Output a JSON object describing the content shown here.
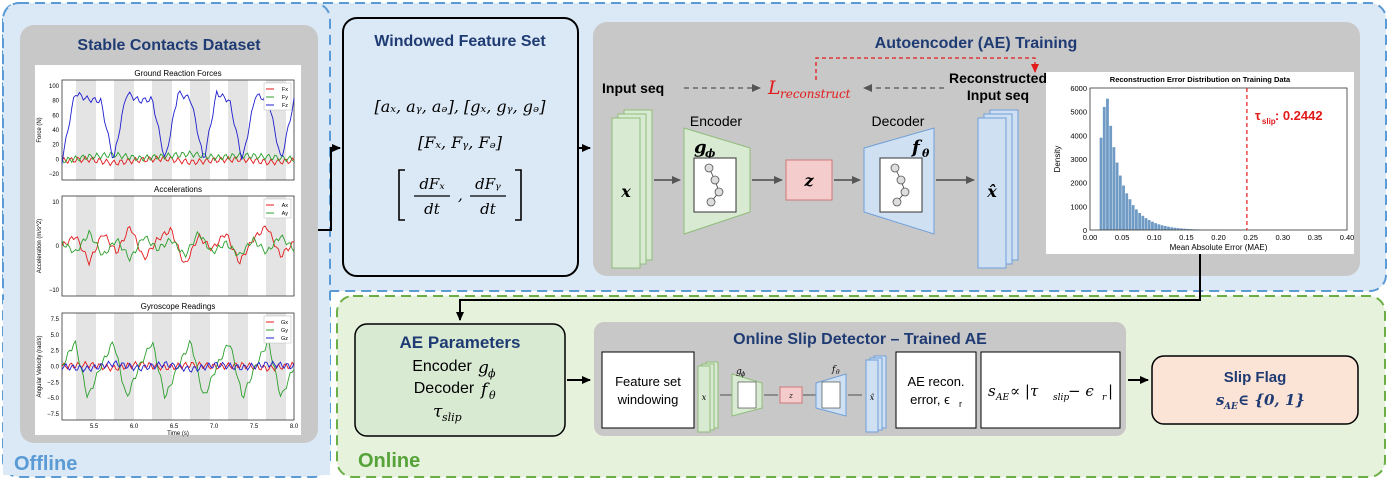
{
  "offline": {
    "label": "Offline",
    "dataset_title": "Stable Contacts Dataset",
    "plots": [
      {
        "title": "Ground Reaction Forces",
        "ylabel": "Force (N)",
        "yticks": [
          "100",
          "80",
          "60",
          "40",
          "20",
          "0",
          "−20"
        ],
        "legend": [
          "Fx",
          "Fy",
          "Fz"
        ]
      },
      {
        "title": "Accelerations",
        "ylabel": "Acceleration (m/s^2)",
        "yticks": [
          "10",
          "0",
          "−10"
        ],
        "legend": [
          "Ax",
          "Ay"
        ]
      },
      {
        "title": "Gyroscope Readings",
        "ylabel": "Angular Velocity (rad/s)",
        "yticks": [
          "7.5",
          "5.0",
          "2.5",
          "0.0",
          "−2.5",
          "−5.0",
          "−7.5"
        ],
        "legend": [
          "Gx",
          "Gy",
          "Gz"
        ],
        "xticks": [
          "5.5",
          "6.0",
          "6.5",
          "7.0",
          "7.5",
          "8.0"
        ],
        "xlabel": "Time (s)"
      }
    ],
    "feature_set": {
      "title": "Windowed Feature Set",
      "line1": "[aₓ, aᵧ, aₔ], [gₓ, gᵧ, gₔ]",
      "line2": "[Fₓ, Fᵧ, Fₔ]",
      "line3_a": "dFₓ",
      "line3_b": "dFᵧ",
      "line3_den": "dt"
    },
    "ae_training": {
      "title": "Autoencoder (AE) Training",
      "input_seq": "Input seq",
      "reconstructed": "Reconstructed",
      "reconstructed2": "Input seq",
      "loss": "L",
      "loss_sub": "reconstruct",
      "encoder": "Encoder",
      "decoder": "Decoder",
      "g": "g",
      "g_sub": "ϕ",
      "f": "f",
      "f_sub": "θ",
      "x": "x",
      "z": "z",
      "xhat": "x̂"
    },
    "histogram": {
      "title": "Reconstruction Error Distribution on Training Data",
      "ylabel": "Density",
      "xlabel": "Mean Absolute Error (MAE)",
      "yticks": [
        "6000",
        "5000",
        "4000",
        "3000",
        "2000",
        "1000",
        "0"
      ],
      "xticks": [
        "0.00",
        "0.05",
        "0.10",
        "0.15",
        "0.20",
        "0.25",
        "0.30",
        "0.35",
        "0.40"
      ],
      "tau_label": "τ",
      "tau_sub": "slip",
      "tau_value": ": 0.2442"
    }
  },
  "online": {
    "label": "Online",
    "params": {
      "title": "AE Parameters",
      "encoder": "Encoder",
      "decoder": "Decoder",
      "g": "g",
      "g_sub": "ϕ",
      "f": "f",
      "f_sub": "θ",
      "tau": "τ",
      "tau_sub": "slip"
    },
    "detector": {
      "title": "Online Slip Detector – Trained AE",
      "windowing1": "Feature set",
      "windowing2": "windowing",
      "recon1": "AE recon.",
      "recon2": "error, ϵ",
      "recon2_sub": "r",
      "score": "s",
      "score_sub": "AE",
      "score_rest": " ∝ |τ",
      "score_tau_sub": "slip",
      "score_minus": " − ϵ",
      "score_r": "r",
      "score_end": "|"
    },
    "slip_flag": {
      "title": "Slip Flag",
      "s": "s",
      "s_sub": "AE",
      "set": " ∈ {0, 1}"
    }
  },
  "chart_data": [
    {
      "type": "line",
      "title": "Ground Reaction Forces",
      "ylabel": "Force (N)",
      "ylim": [
        -25,
        105
      ],
      "series": [
        {
          "name": "Fx",
          "values": [
            0,
            2,
            -3,
            1,
            3,
            -2,
            1,
            2,
            -2,
            0
          ]
        },
        {
          "name": "Fy",
          "values": [
            0,
            5,
            8,
            3,
            6,
            9,
            4,
            7,
            5,
            2
          ]
        },
        {
          "name": "Fz",
          "values": [
            0,
            88,
            80,
            78,
            0,
            88,
            78,
            80,
            0,
            88,
            80,
            0,
            88,
            78,
            0,
            85,
            80,
            0,
            78
          ]
        }
      ]
    },
    {
      "type": "line",
      "title": "Accelerations",
      "ylabel": "Acceleration (m/s^2)",
      "ylim": [
        -15,
        15
      ],
      "series": [
        {
          "name": "Ax",
          "values": [
            0,
            3,
            -5,
            4,
            -2,
            6,
            -4,
            2,
            5,
            -6,
            3,
            -1,
            4,
            -5,
            2,
            6,
            -3,
            1
          ]
        },
        {
          "name": "Ay",
          "values": [
            1,
            -2,
            4,
            -3,
            2,
            -4,
            3,
            -1,
            2,
            -3,
            4,
            -2,
            1,
            -3,
            2,
            -2,
            3,
            -1
          ]
        }
      ]
    },
    {
      "type": "line",
      "title": "Gyroscope Readings",
      "xlabel": "Time (s)",
      "ylabel": "Angular Velocity (rad/s)",
      "ylim": [
        -8.5,
        8.5
      ],
      "xlim": [
        5.2,
        8.0
      ],
      "series": [
        {
          "name": "Gx",
          "values": [
            0,
            0.3,
            -0.3,
            0.4,
            -0.2,
            0.3,
            0,
            0.2,
            -0.3,
            0.2
          ]
        },
        {
          "name": "Gy",
          "values": [
            0,
            4,
            -5,
            0,
            4,
            -5,
            0,
            4,
            -5,
            0,
            4,
            -5,
            0,
            4,
            -5,
            0,
            4,
            -5,
            0
          ]
        },
        {
          "name": "Gz",
          "values": [
            0,
            -0.4,
            0.5,
            -0.3,
            0.4,
            -0.5,
            0.3,
            -0.2,
            0.4,
            0
          ]
        }
      ]
    },
    {
      "type": "bar",
      "title": "Reconstruction Error Distribution on Training Data",
      "xlabel": "Mean Absolute Error (MAE)",
      "ylabel": "Density",
      "xlim": [
        0,
        0.4
      ],
      "ylim": [
        0,
        6000
      ],
      "bin_start": 0.015,
      "bin_width": 0.005,
      "values": [
        3900,
        5200,
        5550,
        4400,
        3500,
        2850,
        2300,
        1880,
        1550,
        1300,
        1050,
        870,
        720,
        600,
        500,
        420,
        350,
        290,
        240,
        200,
        170,
        140,
        115,
        95,
        80,
        66,
        55,
        45,
        37,
        30,
        25,
        20,
        16,
        13,
        10,
        8,
        6,
        5,
        4,
        3,
        2
      ],
      "threshold": 0.2442
    }
  ]
}
